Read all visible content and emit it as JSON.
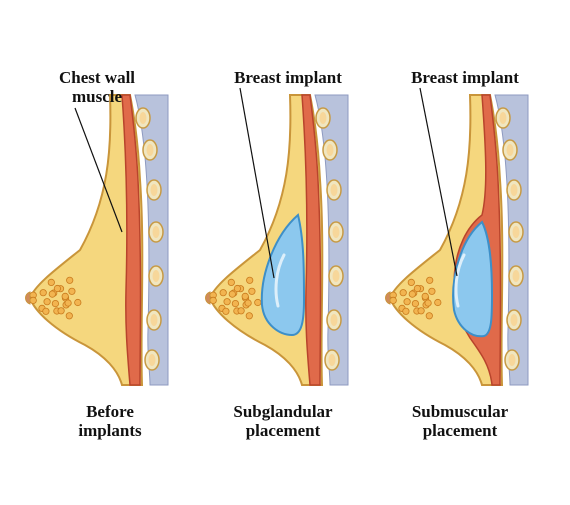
{
  "panels": [
    {
      "top_label": [
        "Chest wall",
        "muscle"
      ],
      "bottom_label": [
        "Before",
        "implants"
      ],
      "implant": null
    },
    {
      "top_label": [
        "Breast implant"
      ],
      "bottom_label": [
        "Subglandular",
        "placement"
      ],
      "implant": "subglandular"
    },
    {
      "top_label": [
        "Breast implant"
      ],
      "bottom_label": [
        "Submuscular",
        "placement"
      ],
      "implant": "submuscular"
    }
  ],
  "colors": {
    "skin_fat": "#f5d77e",
    "skin_outline": "#c9953a",
    "muscle": "#e06a4a",
    "muscle_dark": "#b8442c",
    "bone": "#f0e6c0",
    "pleura": "#b8c2dc",
    "implant": "#8cc8ee",
    "implant_edge": "#3d8fc8",
    "gland": "#f2b450",
    "pointer": "#111111"
  }
}
